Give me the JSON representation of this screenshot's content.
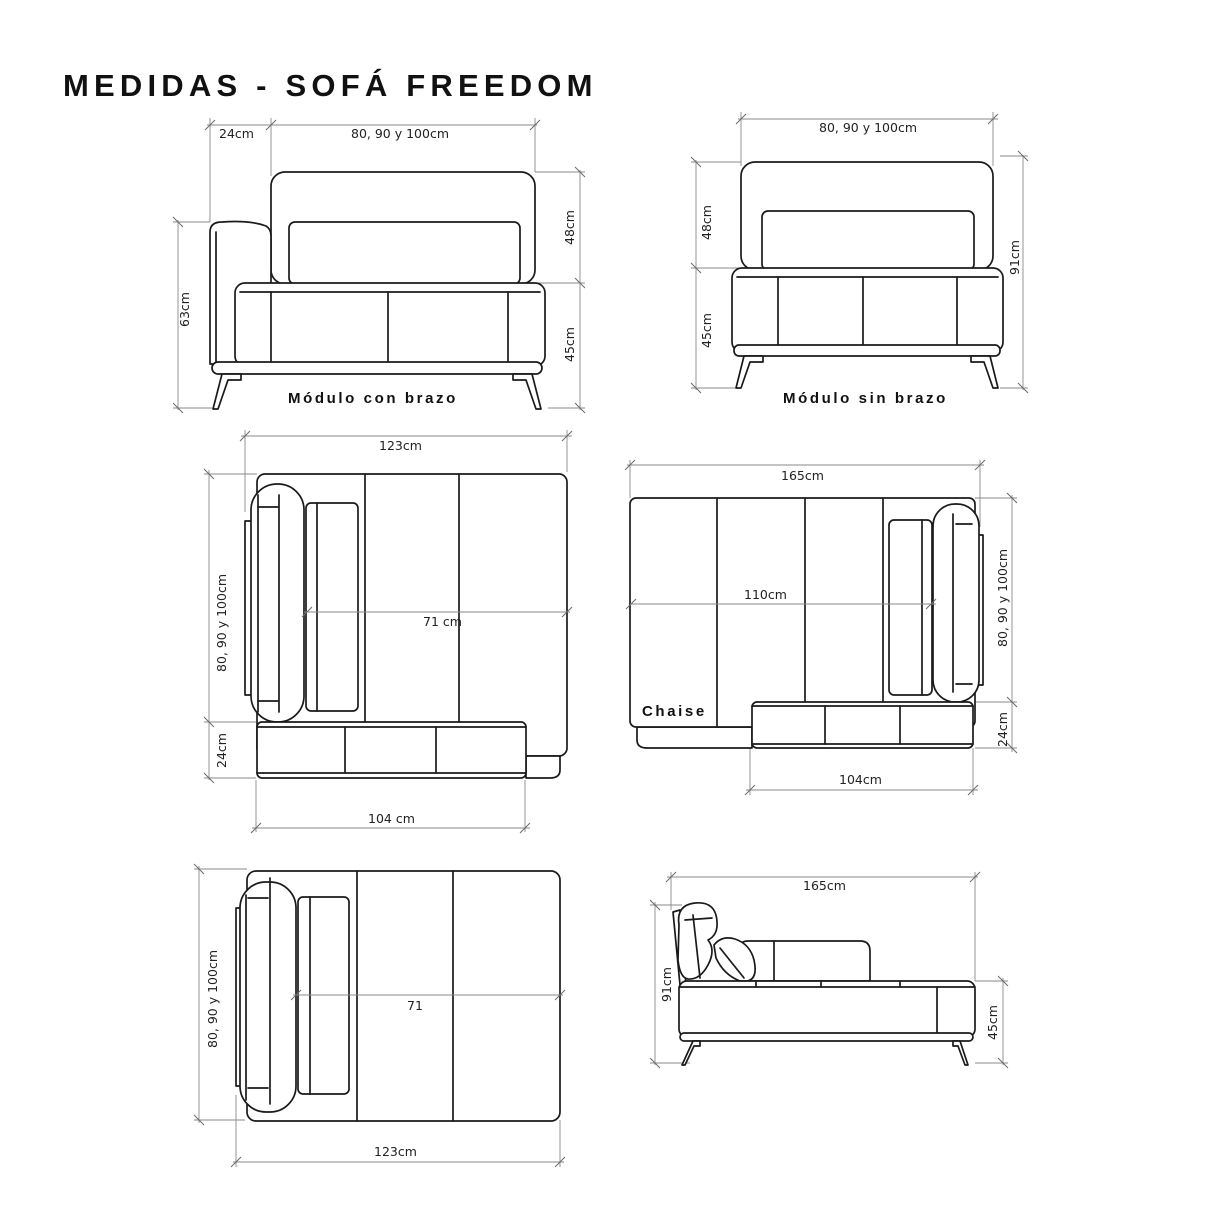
{
  "title": "MEDIDAS - SOFÁ FREEDOM",
  "colors": {
    "line": "#1a1a1a",
    "dimension_line": "#8a8a8a",
    "background": "#ffffff",
    "text": "#111111"
  },
  "views": {
    "front_with_arm": {
      "caption": "Módulo con brazo",
      "dims": {
        "arm_width": "24cm",
        "seat_width": "80, 90 y 100cm",
        "back_height": "48cm",
        "seat_height": "45cm",
        "arm_height": "63cm"
      }
    },
    "front_without_arm": {
      "caption": "Módulo sin brazo",
      "dims": {
        "width": "80, 90 y 100cm",
        "back_height": "48cm",
        "seat_height": "45cm",
        "total_height": "91cm"
      }
    },
    "top_corner_with_back": {
      "dims": {
        "total_width": "123cm",
        "depth": "80, 90 y 100cm",
        "seat_depth": "71 cm",
        "back_depth": "24cm",
        "back_width": "104 cm"
      }
    },
    "top_chaise": {
      "label": "Chaise",
      "dims": {
        "total_length": "165cm",
        "seat_length": "110cm",
        "width": "80, 90 y 100cm",
        "back_depth": "24cm",
        "back_width": "104cm"
      }
    },
    "top_module": {
      "dims": {
        "depth": "80, 90 y 100cm",
        "seat_depth": "71",
        "total_width": "123cm"
      }
    },
    "side_chaise": {
      "dims": {
        "length": "165cm",
        "total_height": "91cm",
        "seat_height": "45cm"
      }
    }
  }
}
